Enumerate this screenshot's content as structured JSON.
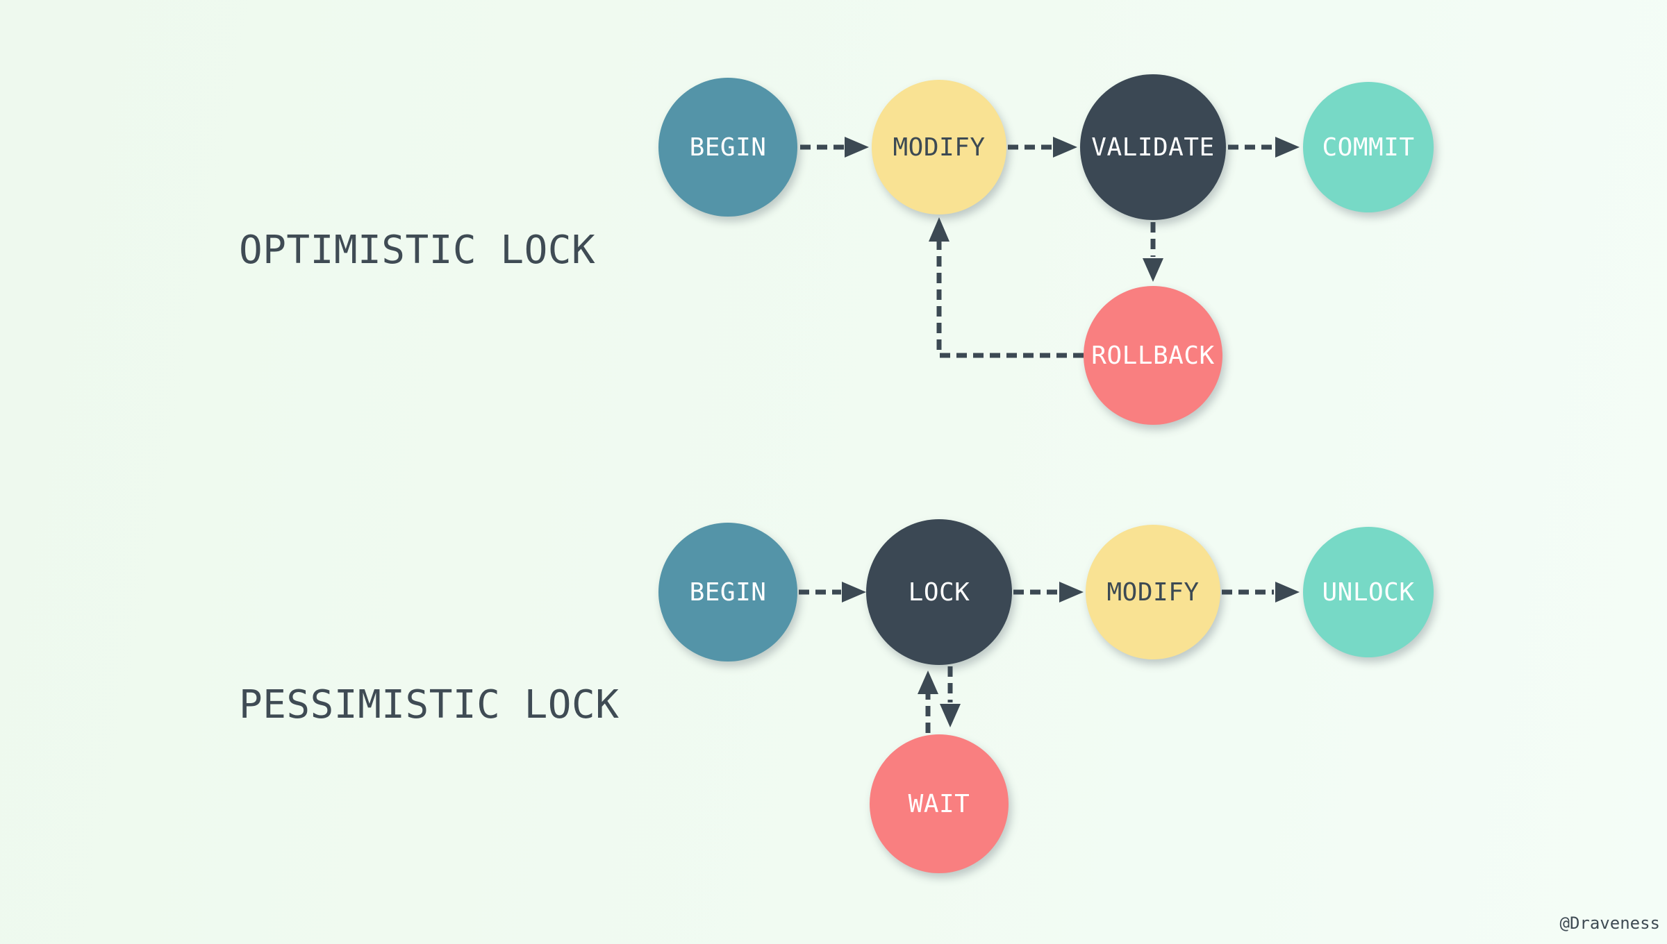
{
  "colors": {
    "background": "#f0fbf2",
    "arrow": "#3c4953",
    "title-text": "#3f4b54"
  },
  "watermark": "@Draveness",
  "diagrams": [
    {
      "title": "OPTIMISTIC LOCK",
      "nodes": [
        {
          "id": "begin",
          "label": "BEGIN",
          "color": "#5494a8",
          "text_color": "#ffffff"
        },
        {
          "id": "modify",
          "label": "MODIFY",
          "color": "#f9e293",
          "text_color": "#3c4953"
        },
        {
          "id": "validate",
          "label": "VALIDATE",
          "color": "#3b4854",
          "text_color": "#ffffff"
        },
        {
          "id": "commit",
          "label": "COMMIT",
          "color": "#77d9c6",
          "text_color": "#ffffff"
        },
        {
          "id": "rollback",
          "label": "ROLLBACK",
          "color": "#f97f80",
          "text_color": "#ffffff"
        }
      ],
      "edges": [
        {
          "from": "BEGIN",
          "to": "MODIFY"
        },
        {
          "from": "MODIFY",
          "to": "VALIDATE"
        },
        {
          "from": "VALIDATE",
          "to": "COMMIT"
        },
        {
          "from": "VALIDATE",
          "to": "ROLLBACK"
        },
        {
          "from": "ROLLBACK",
          "to": "MODIFY"
        }
      ]
    },
    {
      "title": "PESSIMISTIC LOCK",
      "nodes": [
        {
          "id": "begin",
          "label": "BEGIN",
          "color": "#5494a8",
          "text_color": "#ffffff"
        },
        {
          "id": "lock",
          "label": "LOCK",
          "color": "#3b4854",
          "text_color": "#ffffff"
        },
        {
          "id": "modify",
          "label": "MODIFY",
          "color": "#f9e293",
          "text_color": "#3c4953"
        },
        {
          "id": "unlock",
          "label": "UNLOCK",
          "color": "#77d9c6",
          "text_color": "#ffffff"
        },
        {
          "id": "wait",
          "label": "WAIT",
          "color": "#f97f80",
          "text_color": "#ffffff"
        }
      ],
      "edges": [
        {
          "from": "BEGIN",
          "to": "LOCK"
        },
        {
          "from": "LOCK",
          "to": "MODIFY"
        },
        {
          "from": "MODIFY",
          "to": "UNLOCK"
        },
        {
          "from": "LOCK",
          "to": "WAIT"
        },
        {
          "from": "WAIT",
          "to": "LOCK"
        }
      ]
    }
  ]
}
